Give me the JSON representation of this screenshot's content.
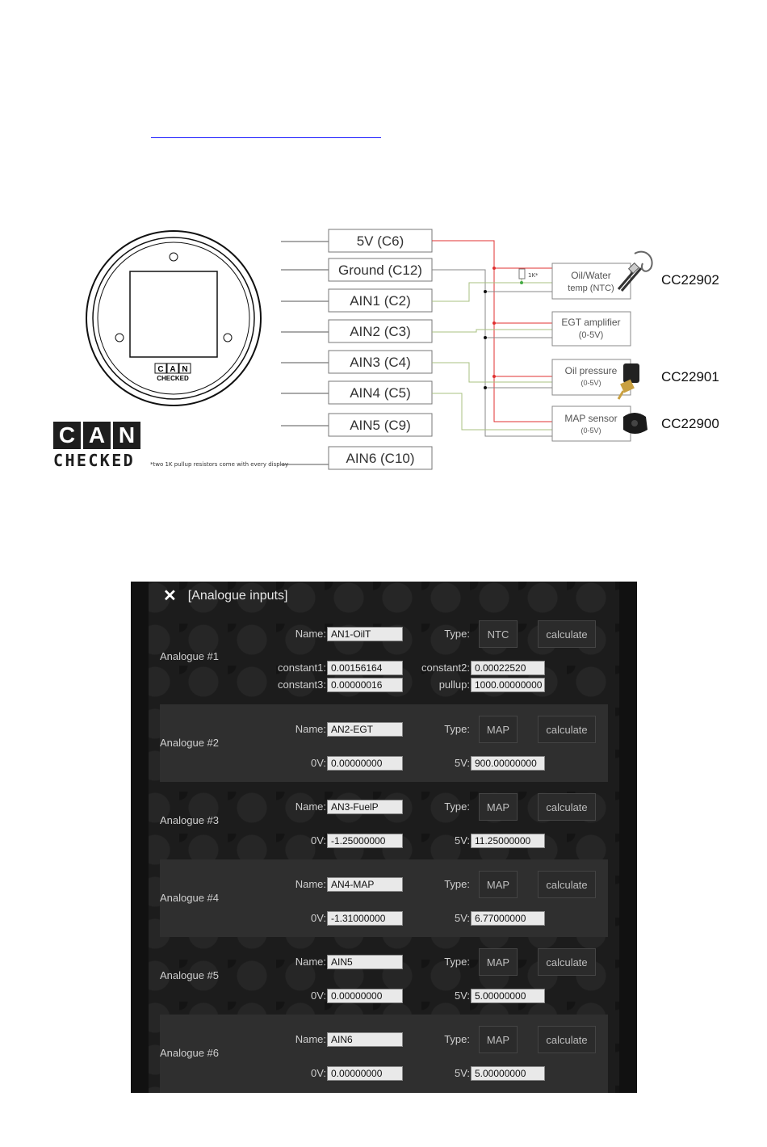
{
  "diagram": {
    "brand_top": "CAN",
    "brand_bottom": "CHECKED",
    "logo_letters": [
      "C",
      "A",
      "N"
    ],
    "logo_word": "CHECKED",
    "footnote": "*two 1K pullup resistors come with every display",
    "resistor_label": "1K*",
    "pins": [
      "5V (C6)",
      "Ground (C12)",
      "AIN1 (C2)",
      "AIN2 (C3)",
      "AIN3 (C4)",
      "AIN4 (C5)",
      "AIN5 (C9)",
      "AIN6 (C10)"
    ],
    "sensors": [
      {
        "line1": "Oil/Water",
        "line2": "temp (NTC)",
        "code": "CC22902"
      },
      {
        "line1": "EGT amplifier",
        "line2": "(0-5V)",
        "code": ""
      },
      {
        "line1": "Oil pressure",
        "line2": "(0-5V)",
        "code": "CC22901"
      },
      {
        "line1": "MAP sensor",
        "line2": "(0-5V)",
        "code": "CC22900"
      }
    ],
    "wire_colors": {
      "power": "#e03030",
      "ground": "#888888",
      "signal": "#a8c080"
    }
  },
  "panel": {
    "title": "[Analogue inputs]",
    "expand_icon": "expand-icon",
    "name_label": "Name:",
    "type_label": "Type:",
    "calc_label": "calculate",
    "sections": [
      {
        "label": "Analogue #1",
        "name": "AN1-OilT",
        "type": "NTC",
        "f1_label": "constant1:",
        "f1": "0.00156164",
        "f2_label": "constant2:",
        "f2": "0.00022520",
        "f3_label": "constant3:",
        "f3": "0.00000016",
        "f4_label": "pullup:",
        "f4": "1000.00000000"
      },
      {
        "label": "Analogue #2",
        "name": "AN2-EGT",
        "type": "MAP",
        "f1_label": "0V:",
        "f1": "0.00000000",
        "f2_label": "5V:",
        "f2": "900.00000000"
      },
      {
        "label": "Analogue #3",
        "name": "AN3-FuelP",
        "type": "MAP",
        "f1_label": "0V:",
        "f1": "-1.25000000",
        "f2_label": "5V:",
        "f2": "11.25000000"
      },
      {
        "label": "Analogue #4",
        "name": "AN4-MAP",
        "type": "MAP",
        "f1_label": "0V:",
        "f1": "-1.31000000",
        "f2_label": "5V:",
        "f2": "6.77000000"
      },
      {
        "label": "Analogue #5",
        "name": "AIN5",
        "type": "MAP",
        "f1_label": "0V:",
        "f1": "0.00000000",
        "f2_label": "5V:",
        "f2": "5.00000000"
      },
      {
        "label": "Analogue #6",
        "name": "AIN6",
        "type": "MAP",
        "f1_label": "0V:",
        "f1": "0.00000000",
        "f2_label": "5V:",
        "f2": "5.00000000"
      }
    ]
  }
}
